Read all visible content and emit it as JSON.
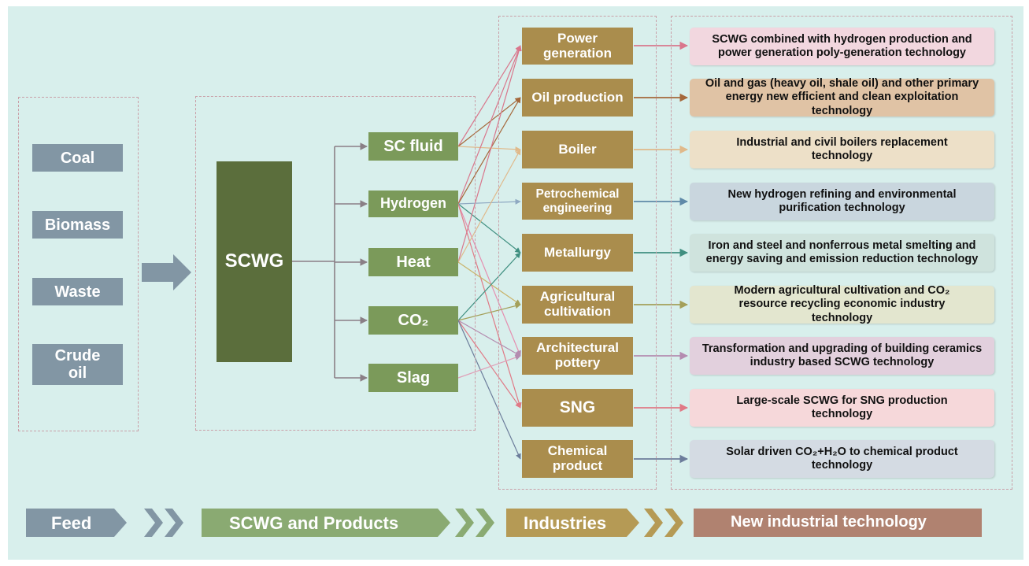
{
  "feeds": [
    "Coal",
    "Biomass",
    "Waste",
    "Crude oil"
  ],
  "scwg_label": "SCWG",
  "products": [
    "SC fluid",
    "Hydrogen",
    "Heat",
    "CO₂",
    "Slag"
  ],
  "industries": [
    "Power generation",
    "Oil production",
    "Boiler",
    "Petrochemical engineering",
    "Metallurgy",
    "Agricultural cultivation",
    "Architectural pottery",
    "SNG",
    "Chemical product"
  ],
  "technologies": [
    "SCWG combined with hydrogen production and power generation poly-generation technology",
    "Oil and gas (heavy oil, shale oil) and other primary energy new efficient and clean exploitation technology",
    "Industrial and civil boilers replacement technology",
    "New hydrogen refining and environmental purification technology",
    "Iron and steel and nonferrous metal smelting and energy saving and emission reduction technology",
    "Modern agricultural cultivation and CO₂ resource recycling economic industry technology",
    "Transformation and upgrading of building ceramics industry based SCWG technology",
    "Large-scale SCWG for SNG production technology",
    "Solar driven CO₂+H₂O to chemical product technology"
  ],
  "tech_colors": [
    "#f2d7df",
    "#e0c3a5",
    "#ede0c8",
    "#c9d6de",
    "#cfe3dd",
    "#e3e6cf",
    "#e2d0dd",
    "#f6d8da",
    "#d4dbe3"
  ],
  "arrow_colors": [
    "#d9778c",
    "#a5683b",
    "#e0b98a",
    "#5f8aa8",
    "#3f8f80",
    "#a4a05a",
    "#b48cb0",
    "#e07a86",
    "#6c7d9b"
  ],
  "stages": [
    "Feed",
    "SCWG and Products",
    "Industries",
    "New industrial technology"
  ],
  "stage_colors": [
    "#8296a4",
    "#8aaa72",
    "#b59a55",
    "#b08270"
  ]
}
